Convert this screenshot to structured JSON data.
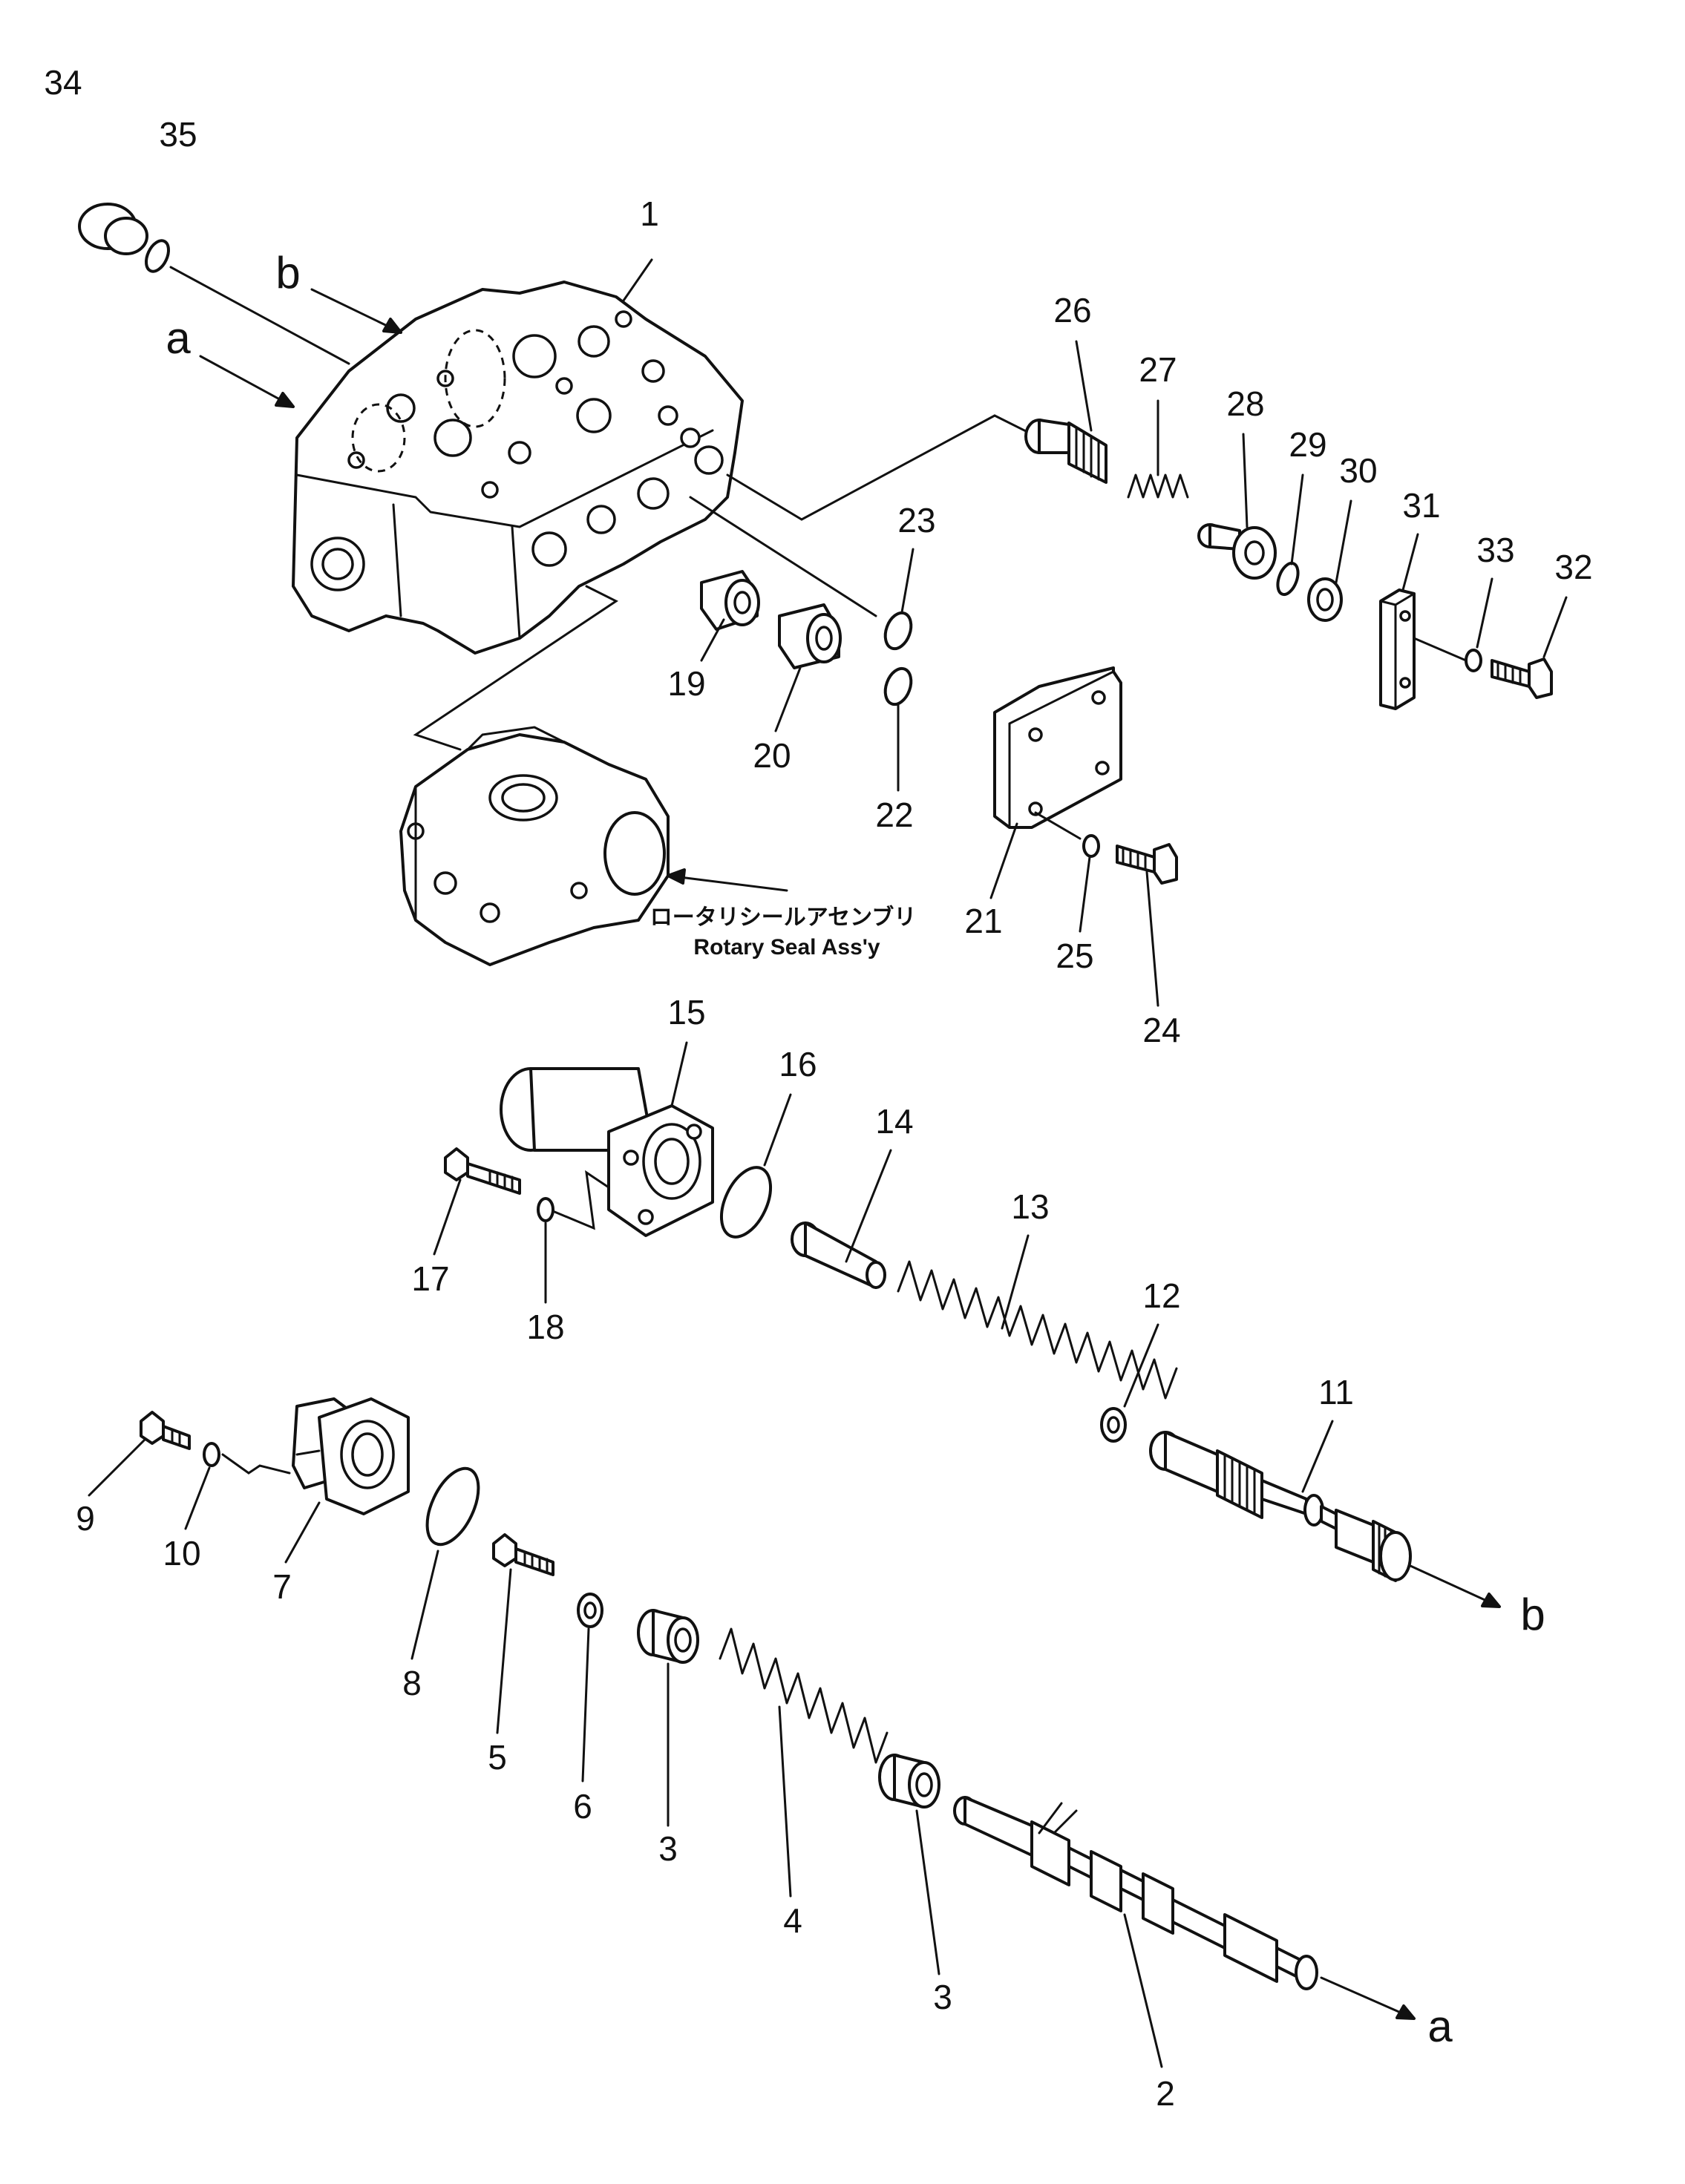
{
  "diagram": {
    "callouts": [
      "1",
      "2",
      "3",
      "3",
      "4",
      "5",
      "6",
      "7",
      "8",
      "9",
      "10",
      "11",
      "12",
      "13",
      "14",
      "15",
      "16",
      "17",
      "18",
      "19",
      "20",
      "21",
      "22",
      "23",
      "24",
      "25",
      "26",
      "27",
      "28",
      "29",
      "30",
      "31",
      "32",
      "33",
      "34",
      "35"
    ],
    "arrow_labels": [
      "a",
      "b",
      "a",
      "b"
    ],
    "caption": {
      "jp": "ロータリシールアセンブリ",
      "en": "Rotary Seal Ass'y"
    }
  }
}
